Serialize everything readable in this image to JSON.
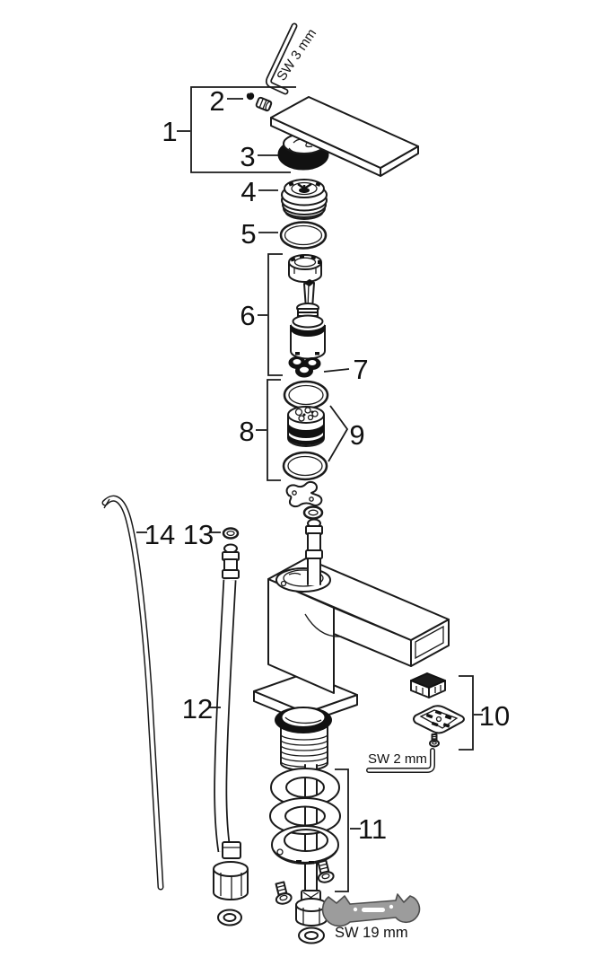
{
  "callouts": [
    {
      "label": "1"
    },
    {
      "label": "2"
    },
    {
      "label": "3"
    },
    {
      "label": "4"
    },
    {
      "label": "5"
    },
    {
      "label": "6"
    },
    {
      "label": "7"
    },
    {
      "label": "8"
    },
    {
      "label": "9"
    },
    {
      "label": "10"
    },
    {
      "label": "11"
    },
    {
      "label": "12"
    },
    {
      "label": "13"
    },
    {
      "label": "14"
    }
  ],
  "tools": {
    "allen3": "SW 3 mm",
    "allen2": "SW 2 mm",
    "wrench19": "SW 19 mm"
  },
  "colors": {
    "line": "#1a1a1a",
    "background": "#ffffff",
    "wrench_fill": "#9c9c9c",
    "wrench_stroke": "#4d4d4d"
  }
}
